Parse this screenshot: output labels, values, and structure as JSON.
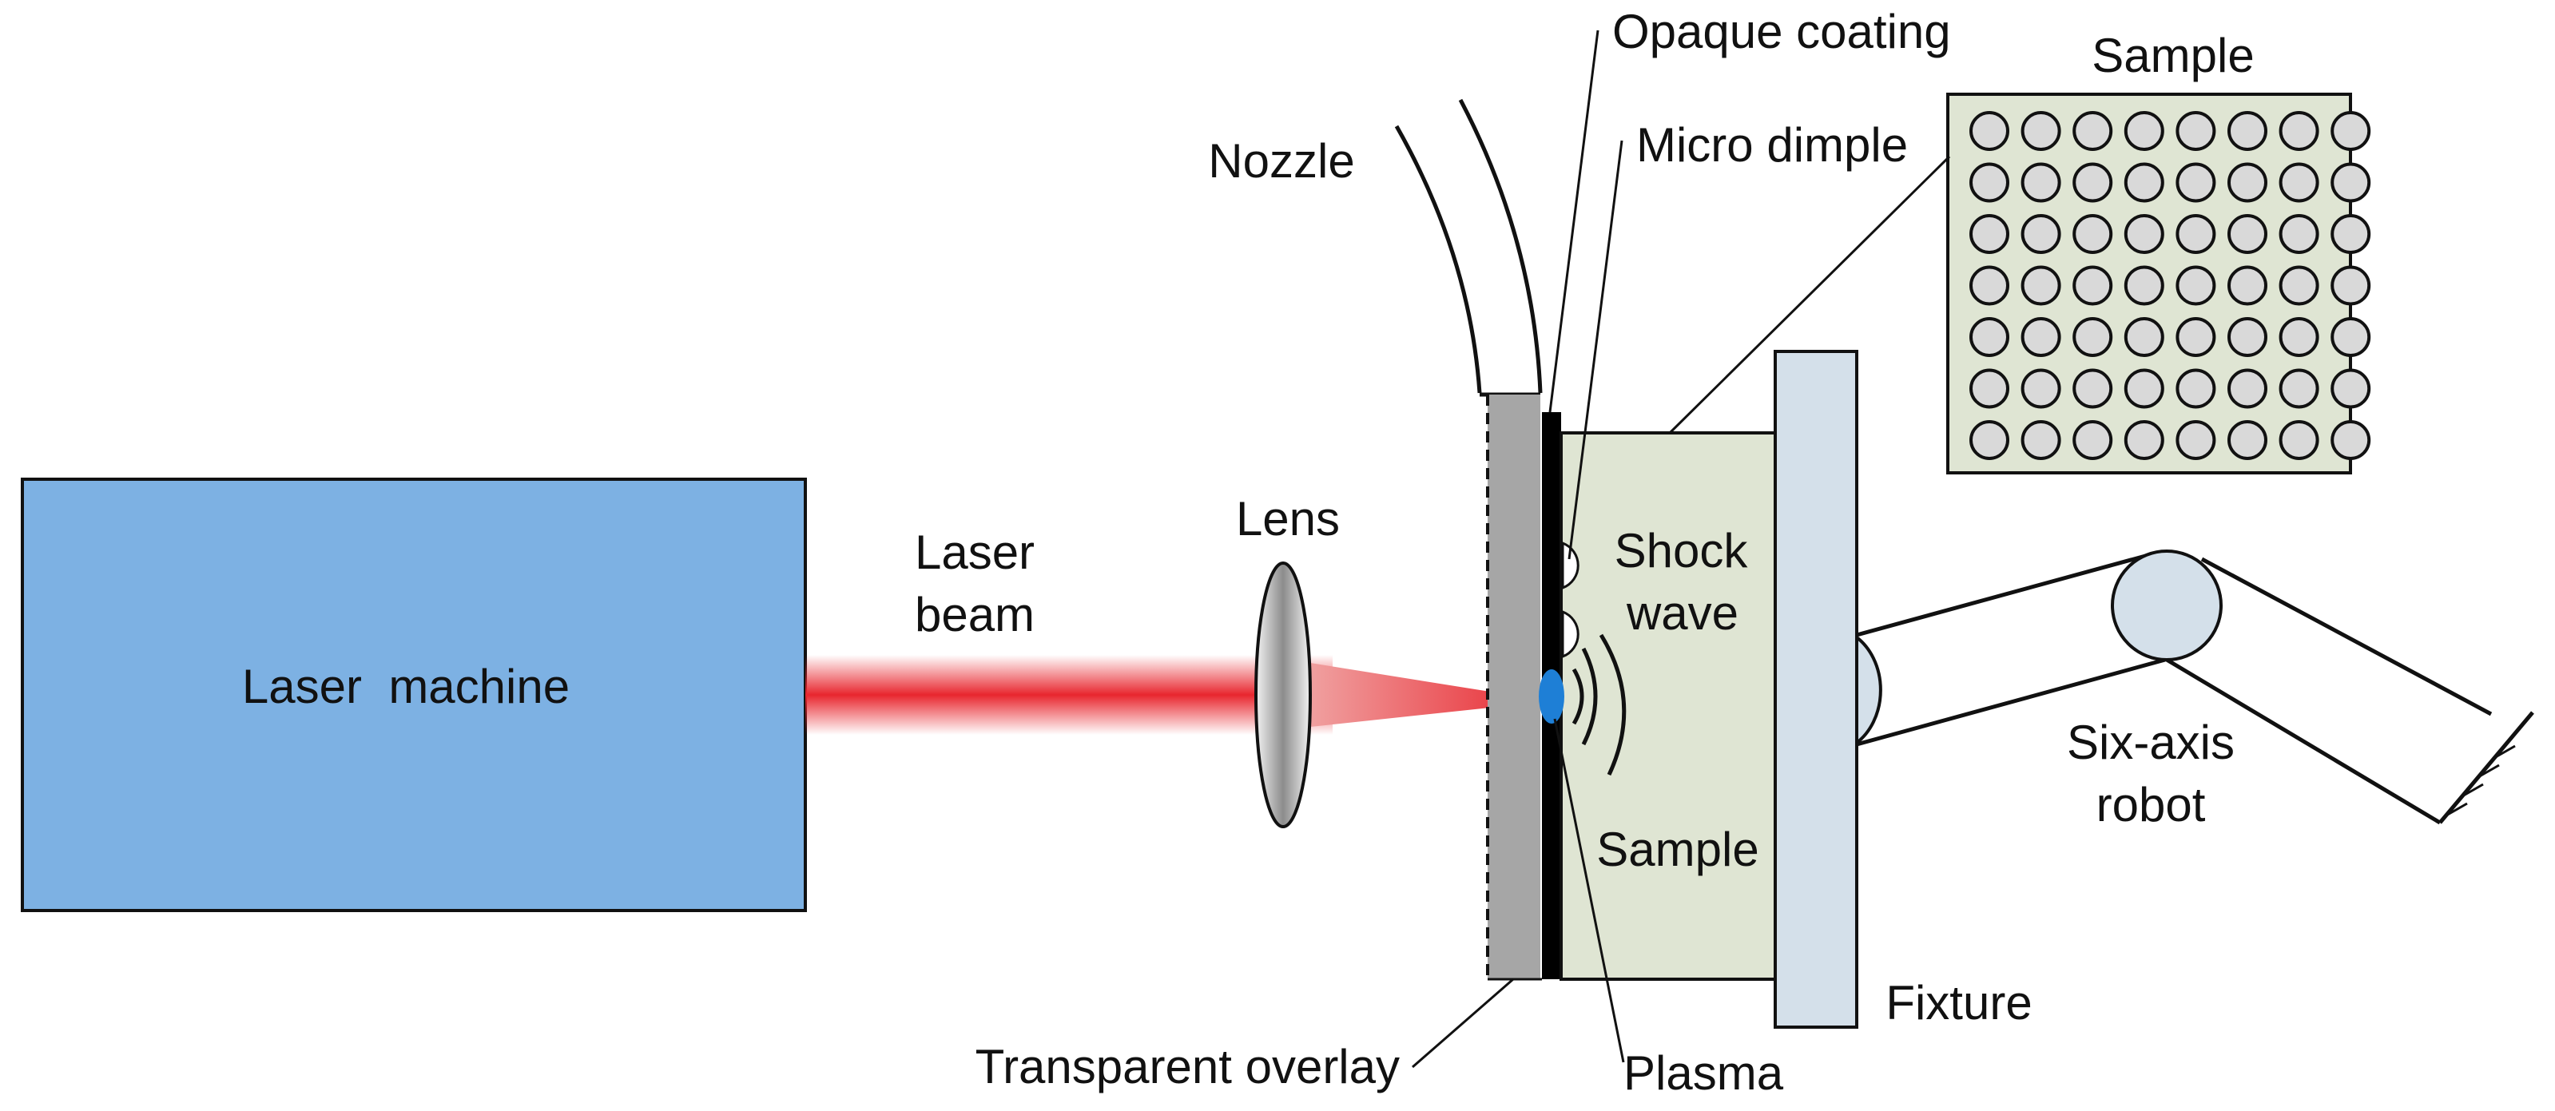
{
  "labels": {
    "laser_machine": "Laser  machine",
    "laser_beam_1": "Laser",
    "laser_beam_2": "beam",
    "lens": "Lens",
    "nozzle": "Nozzle",
    "opaque_coating": "Opaque coating",
    "micro_dimple": "Micro dimple",
    "sample_inset": "Sample",
    "shock_wave_1": "Shock",
    "shock_wave_2": "wave",
    "sample_body": "Sample",
    "fixture": "Fixture",
    "six_axis_1": "Six-axis",
    "six_axis_2": "robot",
    "transparent_overlay": "Transparent overlay",
    "plasma": "Plasma"
  },
  "colors": {
    "laser_machine": "#7db1e3",
    "laser_beam": "#e8262e",
    "overlay": "#a6a6a6",
    "coating": "#000000",
    "sample": "#dfe5d3",
    "fixture": "#d4e0ea",
    "plasma": "#1e7fd6",
    "dimple_fill": "#d9d9d9"
  },
  "sample_grid": {
    "rows": 7,
    "cols": 8
  }
}
